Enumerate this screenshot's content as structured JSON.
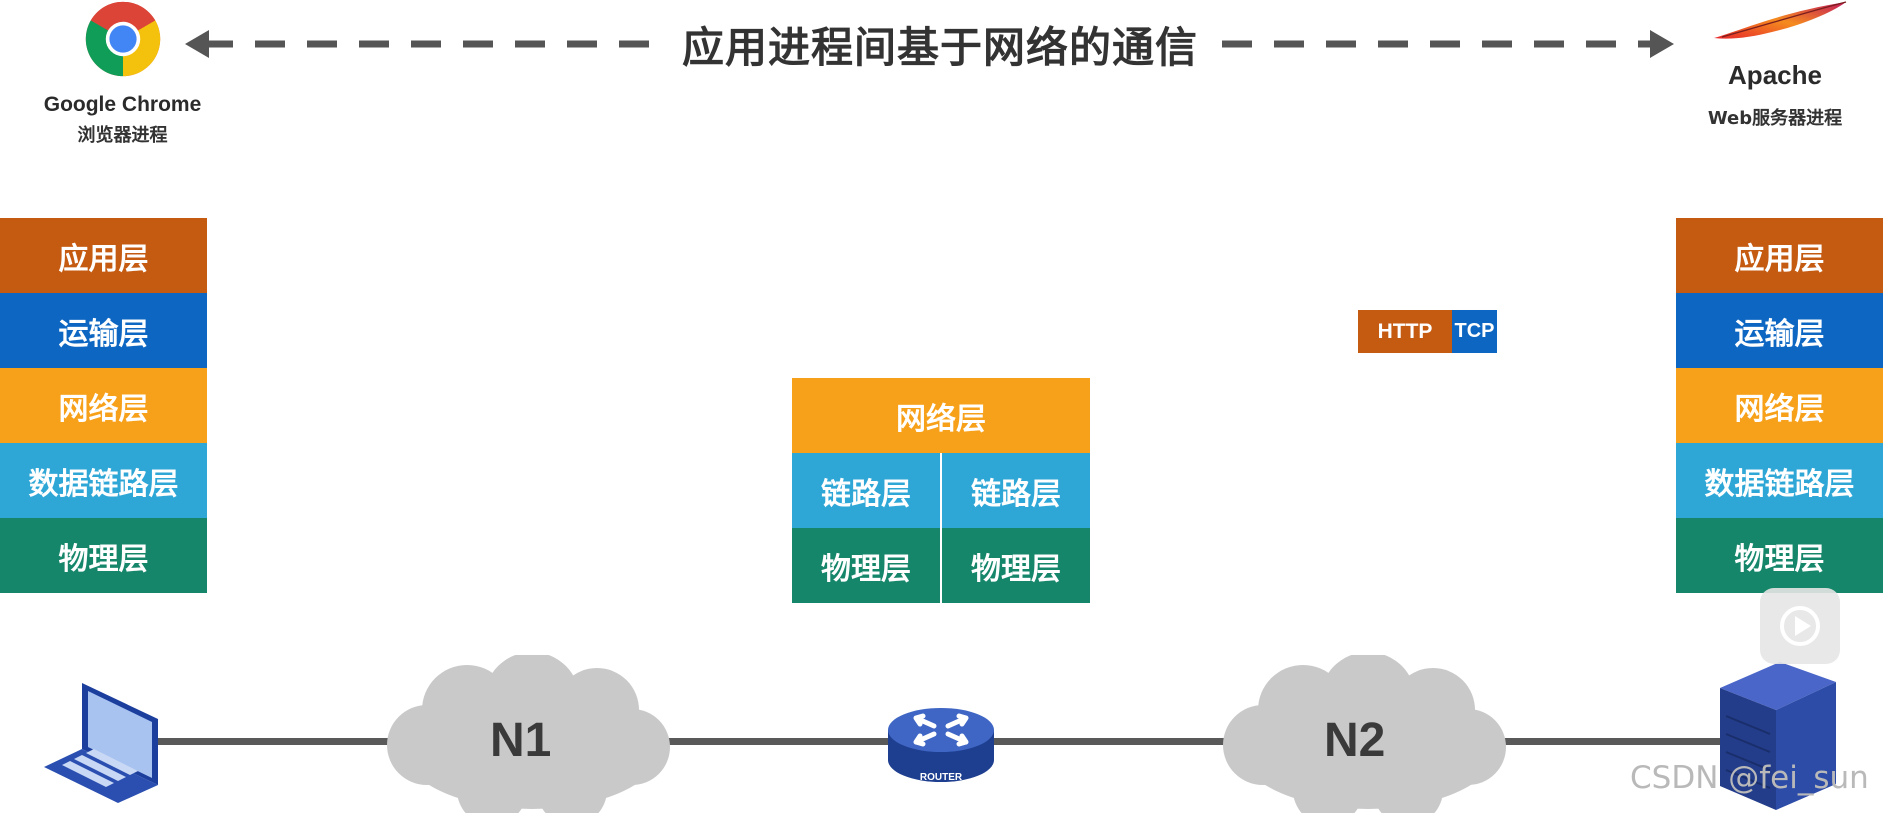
{
  "header": {
    "title": "应用进程间基于网络的通信",
    "client": {
      "name": "Google Chrome",
      "desc": "浏览器进程",
      "icon": "chrome-icon"
    },
    "server": {
      "name": "Apache",
      "desc": "Web服务器进程",
      "icon": "apache-feather-icon"
    }
  },
  "left_stack": [
    "应用层",
    "运输层",
    "网络层",
    "数据链路层",
    "物理层"
  ],
  "right_stack": [
    "应用层",
    "运输层",
    "网络层",
    "数据链路层",
    "物理层"
  ],
  "router_stack": {
    "network": "网络层",
    "links": [
      "链路层",
      "链路层"
    ],
    "physicals": [
      "物理层",
      "物理层"
    ]
  },
  "packet": {
    "app": "HTTP",
    "transport": "TCP"
  },
  "network": {
    "clouds": [
      "N1",
      "N2"
    ],
    "router_label": "ROUTER",
    "devices": [
      "laptop-icon",
      "router-icon",
      "server-icon"
    ]
  },
  "colors": {
    "application": "#c55a11",
    "transport": "#0c66c2",
    "network": "#f7a11a",
    "datalink": "#2ea7d7",
    "physical": "#16866b"
  },
  "watermark": "CSDN @fei_sun",
  "overlay": {
    "icon": "video-play-icon"
  }
}
